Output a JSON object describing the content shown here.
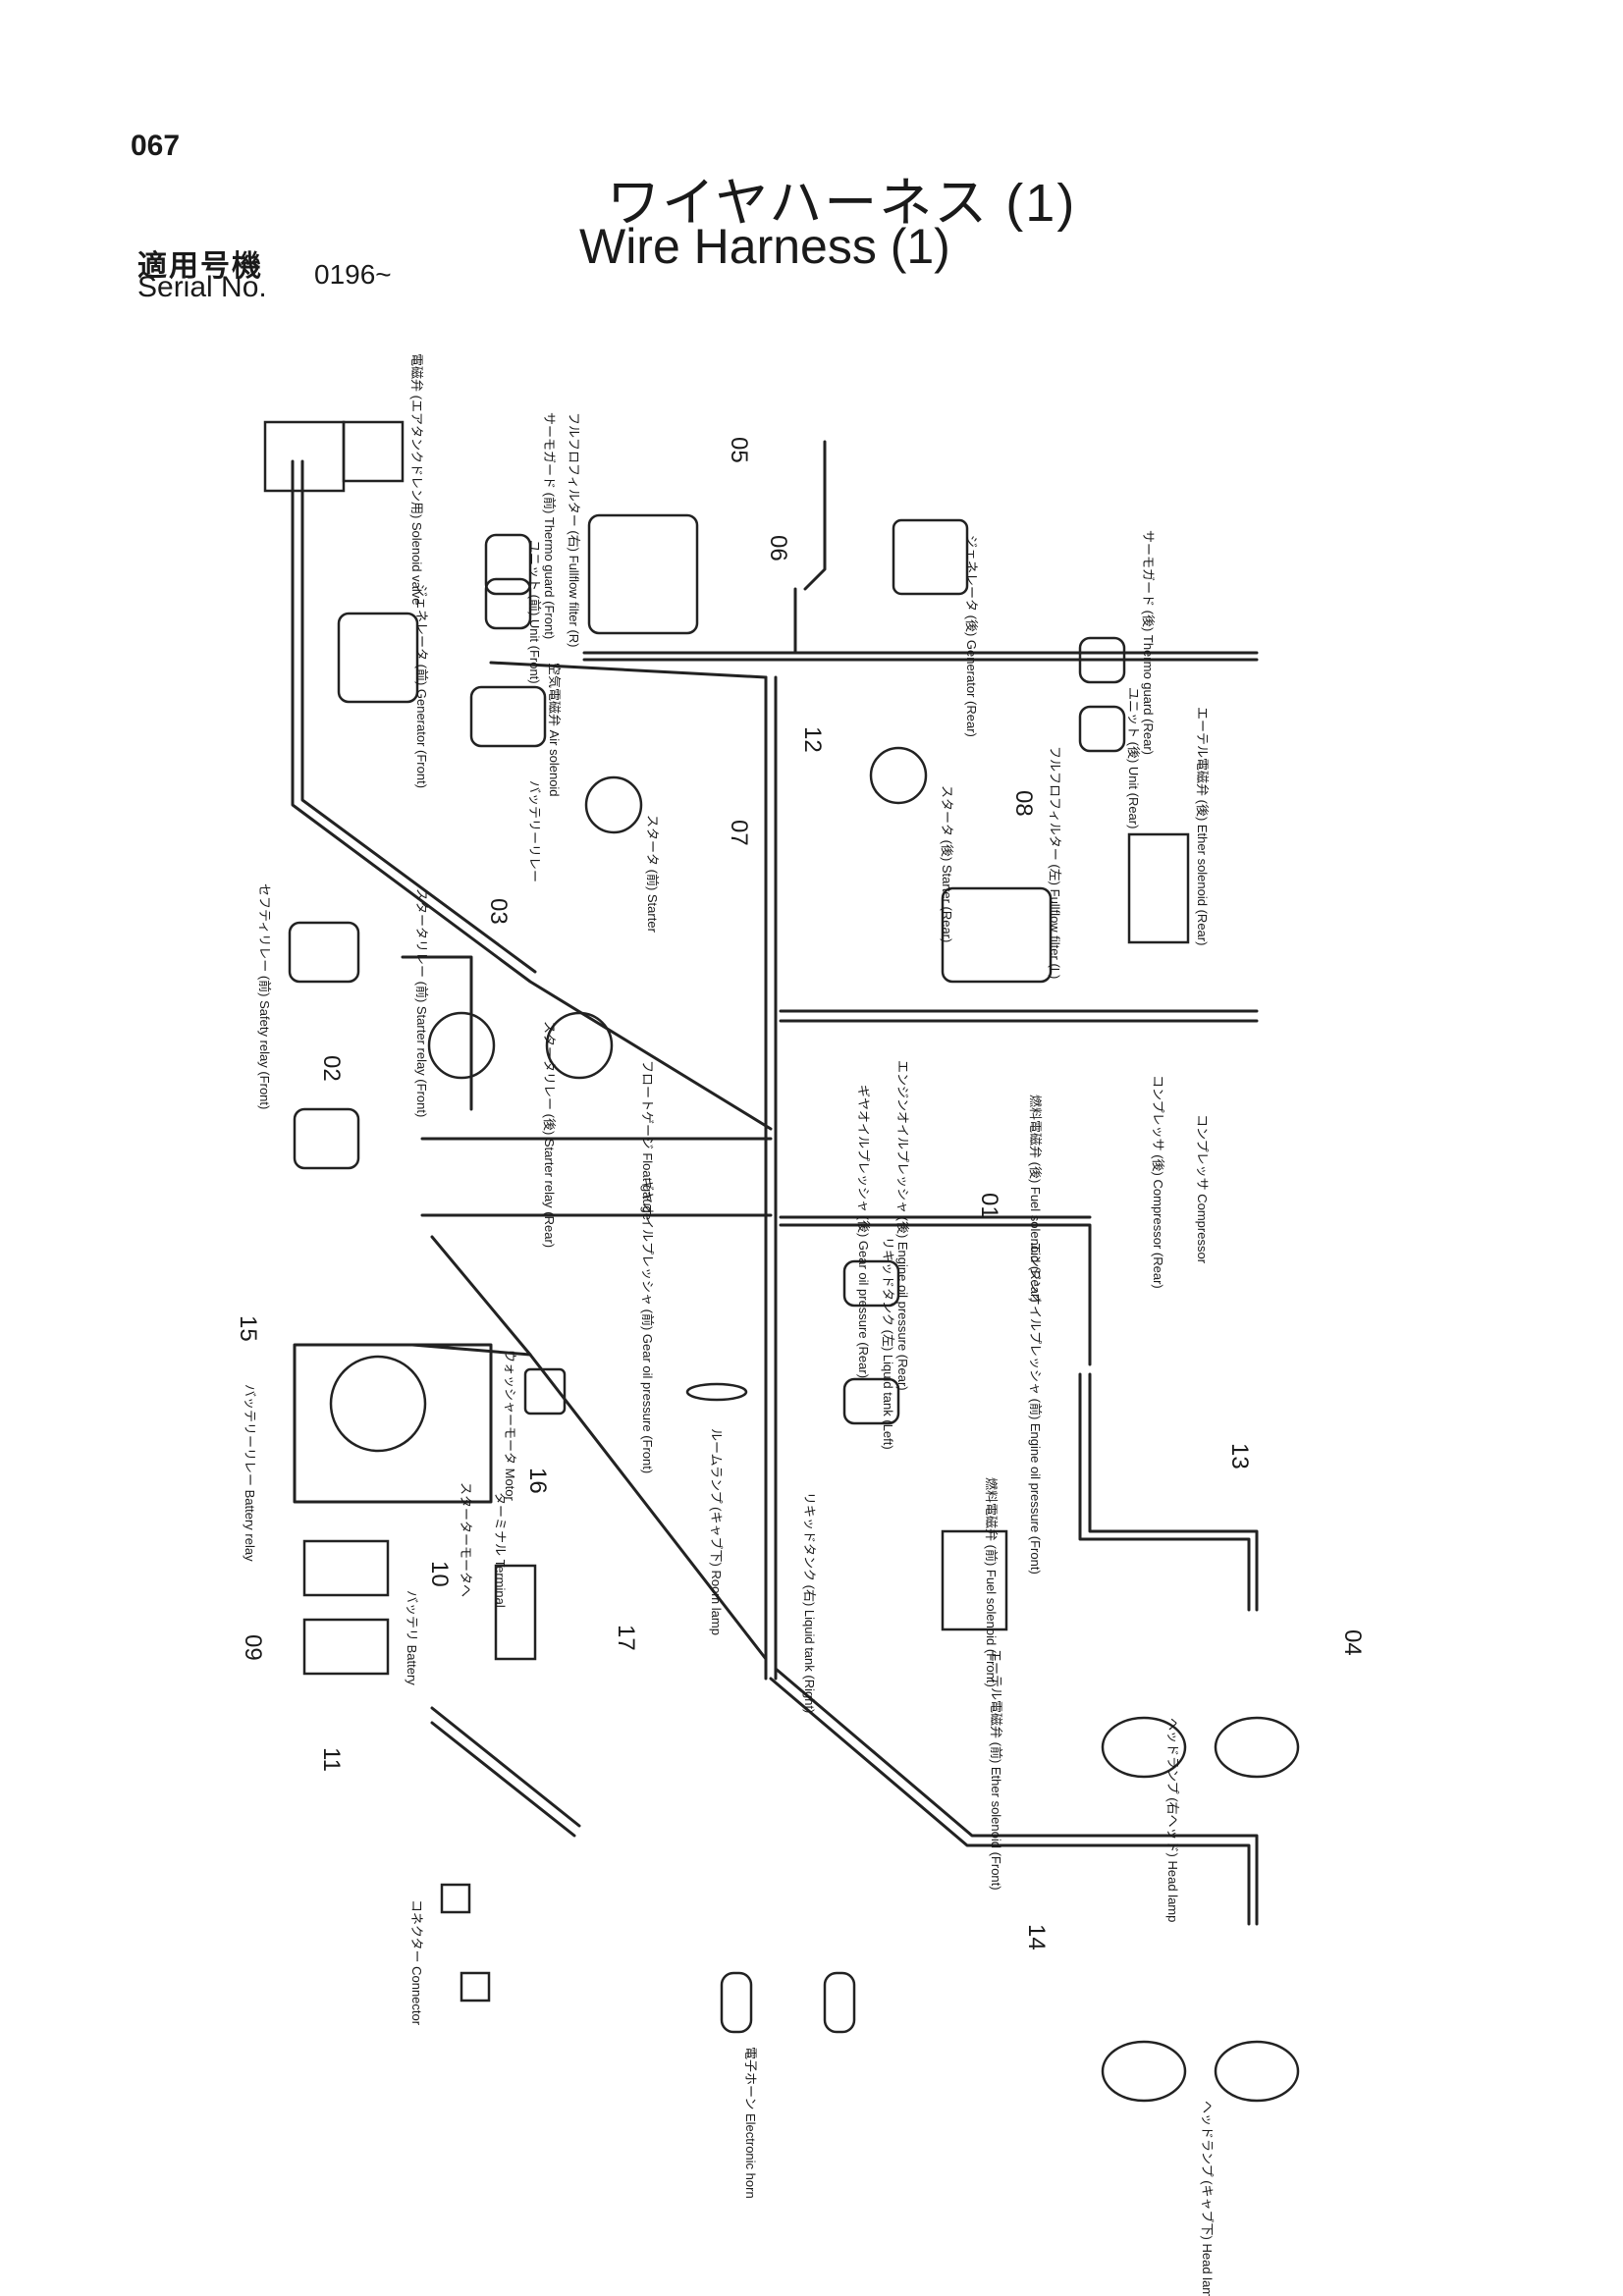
{
  "header": {
    "page_number": "067",
    "title_ja": "ワイヤハーネス (1)",
    "title_en": "Wire Harness (1)",
    "serial_label_ja": "適用号機",
    "serial_label_en": "Serial No.",
    "serial_value": "0196~"
  },
  "callouts": [
    "01",
    "02",
    "03",
    "04",
    "05",
    "06",
    "07",
    "08",
    "09",
    "10",
    "11",
    "12",
    "13",
    "14",
    "15",
    "16",
    "17"
  ],
  "labels": {
    "solenoid_valve": "電磁弁 (エアタンクドレン用) Solenoid valve",
    "thermo_guard_front": "サーモガード (前) Thermo guard (Front)",
    "fullflow_filter_r": "フルフロフィルター (右) Fullflow filter (R)",
    "unit_front": "ユニット (前) Unit (Front)",
    "generator_front": "ジェネレータ (前) Generator (Front)",
    "air_solenoid": "空気電磁弁 Air solenoid",
    "battery_relay_small": "バッテリーリレー",
    "starter_front": "スタータ (前) Starter",
    "generator_rear": "ジェネレータ (後) Generator (Rear)",
    "unit_rear": "ユニット (後) Unit (Rear)",
    "thermo_guard_rear": "サーモガード (後) Thermo guard (Rear)",
    "starter_rear": "スタータ (後) Starter (Rear)",
    "fullflow_filter_l": "フルフロフィルター (左) Fullflow filter (L)",
    "ether_solenoid_rear": "エーテル電磁弁 (後) Ether solenoid (Rear)",
    "safety_relay_front": "セフティリレー (前) Safety relay (Front)",
    "starter_relay_front": "スタータリレー (前) Starter relay (Front)",
    "starter_relay_rear": "スタータリレー (後) Starter relay (Rear)",
    "float_gauge": "フロートゲージ Float gauge",
    "gear_oil_rear": "ギヤオイルプレッシャ (後) Gear oil pressure (Rear)",
    "engine_oil_rear": "エンジンオイルプレッシャ (後) Engine oil pressure (Rear)",
    "fuel_solenoid_rear": "燃料電磁弁 (後) Fuel solenoid (Rear)",
    "compressor_rear": "コンプレッサ (後) Compressor (Rear)",
    "compressor": "コンプレッサ Compressor",
    "gear_oil_front": "ギヤオイルプレッシャ (前) Gear oil pressure (Front)",
    "liquid_tank_left": "リキッドタンク (左) Liquid tank (Left)",
    "engine_oil_front": "エンジンオイルプレッシャ (前) Engine oil pressure (Front)",
    "fuel_solenoid_front": "燃料電磁弁 (前) Fuel solenoid (Front)",
    "battery_relay": "バッテリーリレー Battery relay",
    "washer_motor": "ウォッシャーモータ Motor",
    "starter_motor_terminal": "スターターモータへ",
    "terminal": "ターミナル Terminal",
    "room_lamp": "ルームランプ (キャブ下) Room lamp",
    "liquid_tank_right": "リキッドタンク (右) Liquid tank (Right)",
    "ether_solenoid_front": "エーテル電磁弁 (前) Ether solenoid (Front)",
    "head_lamp_right": "ヘッドランプ (右ヘッド) Head lamp",
    "battery": "バッテリ Battery",
    "connector": "コネクター Connector",
    "electronic_horn": "電子ホーン Electronic horn",
    "head_lamp_cab": "ヘッドランプ (キャブ下) Head lamp"
  }
}
